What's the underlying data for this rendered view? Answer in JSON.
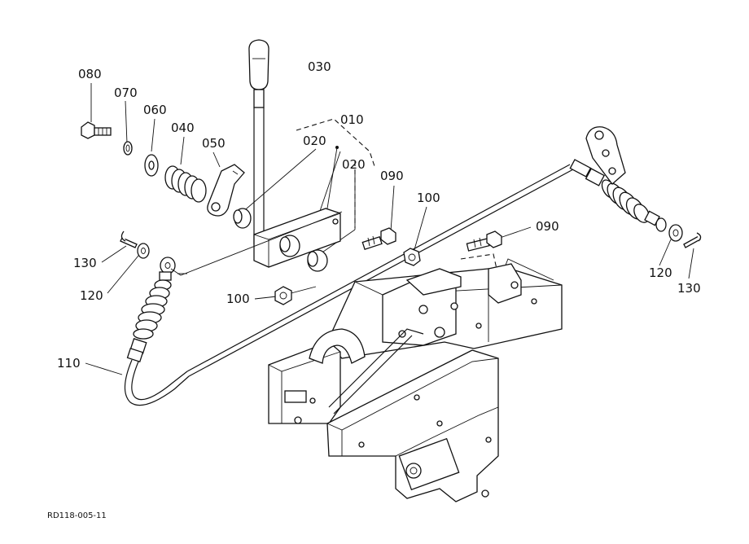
{
  "diagram": {
    "drawing_code": "RD118-005-11",
    "callouts": [
      {
        "id": "c080",
        "text": "080"
      },
      {
        "id": "c070",
        "text": "070"
      },
      {
        "id": "c060",
        "text": "060"
      },
      {
        "id": "c040",
        "text": "040"
      },
      {
        "id": "c050",
        "text": "050"
      },
      {
        "id": "c030",
        "text": "030"
      },
      {
        "id": "c010",
        "text": "010"
      },
      {
        "id": "c020a",
        "text": "020"
      },
      {
        "id": "c020b",
        "text": "020"
      },
      {
        "id": "c090a",
        "text": "090"
      },
      {
        "id": "c100a",
        "text": "100"
      },
      {
        "id": "c090b",
        "text": "090"
      },
      {
        "id": "c130a",
        "text": "130"
      },
      {
        "id": "c120a",
        "text": "120"
      },
      {
        "id": "c100b",
        "text": "100"
      },
      {
        "id": "c110",
        "text": "110"
      },
      {
        "id": "c120b",
        "text": "120"
      },
      {
        "id": "c130b",
        "text": "130"
      }
    ]
  }
}
